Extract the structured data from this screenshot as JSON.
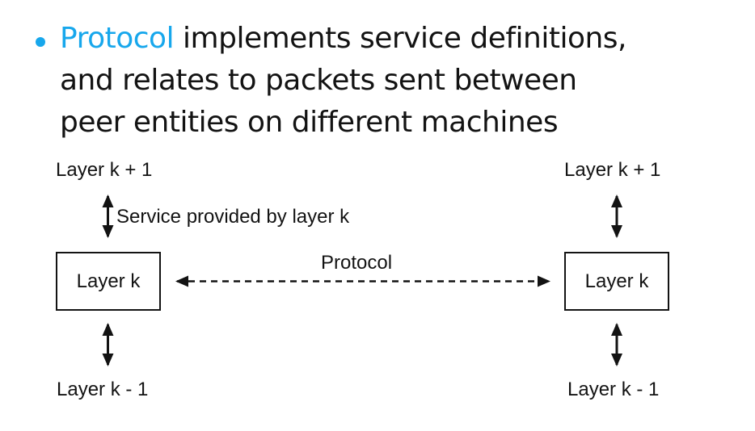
{
  "colors": {
    "accent": "#17a7ec",
    "ink": "#131313",
    "background": "#ffffff"
  },
  "bullet": {
    "line1_accent": "Protocol",
    "line1_rest": " implements service definitions,",
    "line2": "and relates to packets sent between",
    "line3": "peer entities on different machines"
  },
  "diagram": {
    "left_stack": {
      "upper_label": "Layer k + 1",
      "box_label": "Layer k",
      "lower_label": "Layer k - 1"
    },
    "right_stack": {
      "upper_label": "Layer k + 1",
      "box_label": "Layer k",
      "lower_label": "Layer k - 1"
    },
    "service_arrow_label": "Service provided by layer k",
    "protocol_arrow_label": "Protocol"
  }
}
